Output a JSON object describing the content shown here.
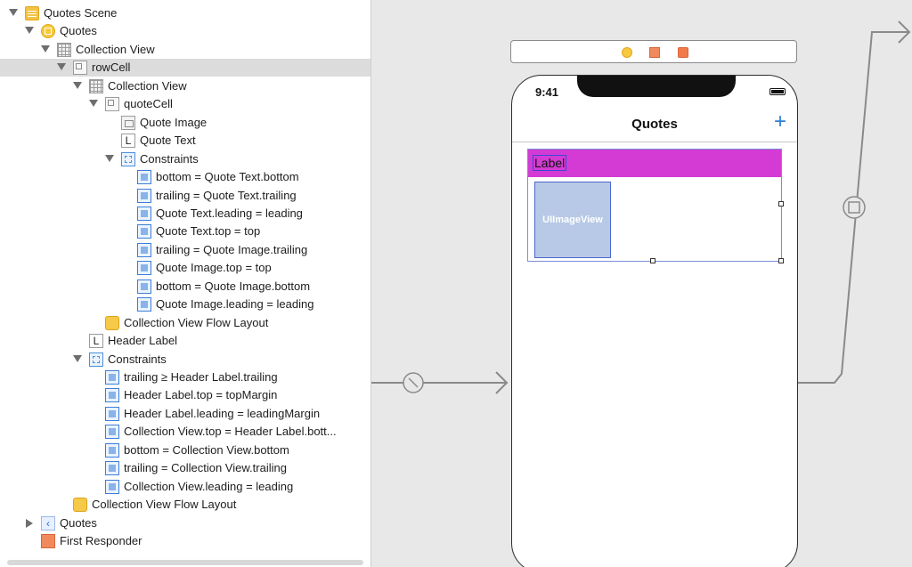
{
  "outline": {
    "items": [
      {
        "label": "Quotes Scene",
        "icon": "scene-icon",
        "state": "expanded"
      },
      {
        "label": "Quotes",
        "icon": "view-controller-icon",
        "state": "expanded"
      },
      {
        "label": "Collection View",
        "icon": "collection-view-icon",
        "state": "expanded"
      },
      {
        "label": "rowCell",
        "icon": "cell-icon",
        "state": "expanded",
        "selected": true
      },
      {
        "label": "Collection View",
        "icon": "collection-view-icon",
        "state": "expanded"
      },
      {
        "label": "quoteCell",
        "icon": "cell-icon",
        "state": "expanded"
      },
      {
        "label": "Quote Image",
        "icon": "image-view-icon",
        "state": "leaf"
      },
      {
        "label": "Quote Text",
        "icon": "label-icon",
        "state": "leaf"
      },
      {
        "label": "Constraints",
        "icon": "constraints-icon",
        "state": "expanded"
      },
      {
        "label": "bottom = Quote Text.bottom",
        "icon": "constraint-icon",
        "state": "leaf"
      },
      {
        "label": "trailing = Quote Text.trailing",
        "icon": "constraint-icon",
        "state": "leaf"
      },
      {
        "label": "Quote Text.leading = leading",
        "icon": "constraint-icon",
        "state": "leaf"
      },
      {
        "label": "Quote Text.top = top",
        "icon": "constraint-icon",
        "state": "leaf"
      },
      {
        "label": "trailing = Quote Image.trailing",
        "icon": "constraint-icon",
        "state": "leaf"
      },
      {
        "label": "Quote Image.top = top",
        "icon": "constraint-icon",
        "state": "leaf"
      },
      {
        "label": "bottom = Quote Image.bottom",
        "icon": "constraint-icon",
        "state": "leaf"
      },
      {
        "label": "Quote Image.leading = leading",
        "icon": "constraint-icon",
        "state": "leaf"
      },
      {
        "label": "Collection View Flow Layout",
        "icon": "flow-layout-icon",
        "state": "leaf"
      },
      {
        "label": "Header Label",
        "icon": "label-icon",
        "state": "leaf"
      },
      {
        "label": "Constraints",
        "icon": "constraints-icon",
        "state": "expanded"
      },
      {
        "label": "trailing ≥ Header Label.trailing",
        "icon": "constraint-icon",
        "state": "leaf"
      },
      {
        "label": "Header Label.top = topMargin",
        "icon": "constraint-icon",
        "state": "leaf"
      },
      {
        "label": "Header Label.leading = leadingMargin",
        "icon": "constraint-icon",
        "state": "leaf"
      },
      {
        "label": "Collection View.top = Header Label.bott...",
        "icon": "constraint-icon",
        "state": "leaf"
      },
      {
        "label": "bottom = Collection View.bottom",
        "icon": "constraint-icon",
        "state": "leaf"
      },
      {
        "label": "trailing = Collection View.trailing",
        "icon": "constraint-icon",
        "state": "leaf"
      },
      {
        "label": "Collection View.leading = leading",
        "icon": "constraint-icon",
        "state": "leaf"
      },
      {
        "label": "Collection View Flow Layout",
        "icon": "flow-layout-icon",
        "state": "leaf"
      },
      {
        "label": "Quotes",
        "icon": "back-icon",
        "state": "collapsed"
      },
      {
        "label": "First Responder",
        "icon": "first-responder-icon",
        "state": "leaf"
      }
    ]
  },
  "canvas": {
    "status_time": "9:41",
    "nav_title": "Quotes",
    "add_glyph": "+",
    "header_label": "Label",
    "image_view_label": "UIImageView",
    "scene_bar_icons": [
      "view-controller-icon",
      "first-responder-icon",
      "exit-icon"
    ]
  },
  "colors": {
    "header_bg": "#d43bd4",
    "image_view_bg": "#b7c9e6",
    "accent": "#2f7ed6",
    "selection": "#dcdcdc"
  }
}
